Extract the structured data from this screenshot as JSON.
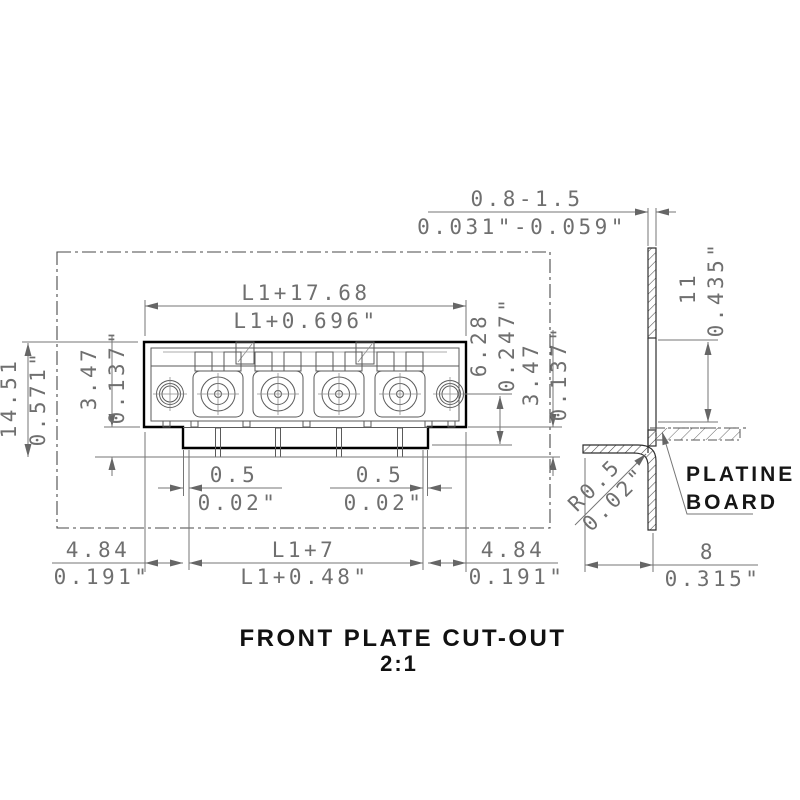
{
  "title": {
    "main": "FRONT PLATE CUT-OUT",
    "scale": "2:1"
  },
  "labels": {
    "platine_line1": "PLATINE",
    "platine_line2": "BOARD"
  },
  "dimensions": {
    "overall_width": {
      "mm": "L1+17.68",
      "inch": "L1+0.696\""
    },
    "plate_thickness": {
      "mm": "0.8-1.5",
      "inch": "0.031\"-0.059\""
    },
    "overall_height": {
      "mm": "14.51",
      "inch": "0.571\""
    },
    "flange_height_left": {
      "mm": "3.47",
      "inch": "0.137\""
    },
    "contact_height": {
      "mm": "6.28",
      "inch": "0.247\""
    },
    "flange_height_right": {
      "mm": "3.47",
      "inch": "0.137\""
    },
    "slot_offset_left": {
      "mm": "0.5",
      "inch": "0.02\""
    },
    "slot_offset_right": {
      "mm": "0.5",
      "inch": "0.02\""
    },
    "margin_left": {
      "mm": "4.84",
      "inch": "0.191\""
    },
    "slot_width": {
      "mm": "L1+7",
      "inch": "L1+0.48\""
    },
    "margin_right": {
      "mm": "4.84",
      "inch": "0.191\""
    },
    "flange_depth": {
      "mm": "8",
      "inch": "0.315\""
    },
    "cutout_height": {
      "mm": "11",
      "inch": "0.435\""
    },
    "bend_radius": {
      "mm": "R0.5",
      "inch": "0.02\""
    }
  }
}
